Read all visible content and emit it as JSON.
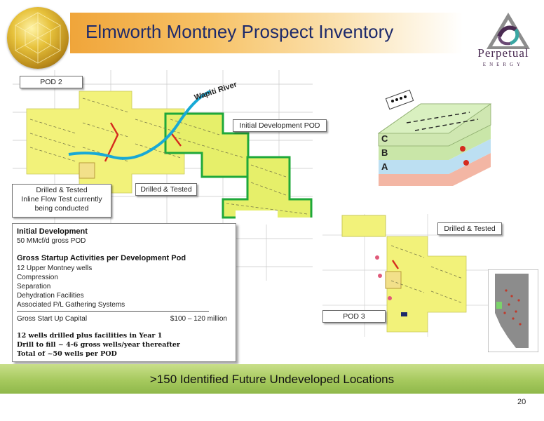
{
  "slide": {
    "title": "Elmworth Montney Prospect Inventory",
    "page_number": "20"
  },
  "logo": {
    "name": "Perpetual",
    "subtitle": "ENERGY",
    "colors": {
      "purple": "#4a2b52",
      "teal": "#3aa7a3",
      "gray": "#8d8d8d"
    }
  },
  "map": {
    "pod2_label": "POD 2",
    "river_label": "Wapiti River",
    "initial_pod_label": "Initial Development POD",
    "drilled_tested_label": "Drilled & Tested",
    "drilled_inline_lines": [
      "Drilled & Tested",
      "Inline Flow Test currently",
      "being conducted"
    ],
    "pod3_label": "POD 3",
    "diagram_layers": [
      "C",
      "B",
      "A"
    ],
    "colors": {
      "yellow": "#f2f27a",
      "green_outline": "#1fa83a",
      "river": "#17a9d6",
      "red": "#d52b1e"
    }
  },
  "info": {
    "heading1": "Initial Development",
    "line1": "50 MMcf/d gross POD",
    "heading2": "Gross Startup Activities per Development Pod",
    "items": [
      "12 Upper Montney wells",
      "Compression",
      "Separation",
      "Dehydration Facilities",
      "Associated P/L Gathering Systems"
    ],
    "capital_label": "Gross Start Up Capital",
    "capital_value": "$100 – 120 million",
    "summary": [
      "12 wells drilled plus facilities in Year 1",
      "Drill to fill ~ 4-6 gross wells/year thereafter",
      "Total of ~50 wells per POD"
    ]
  },
  "footer": {
    "text": ">150 Identified Future Undeveloped Locations"
  }
}
